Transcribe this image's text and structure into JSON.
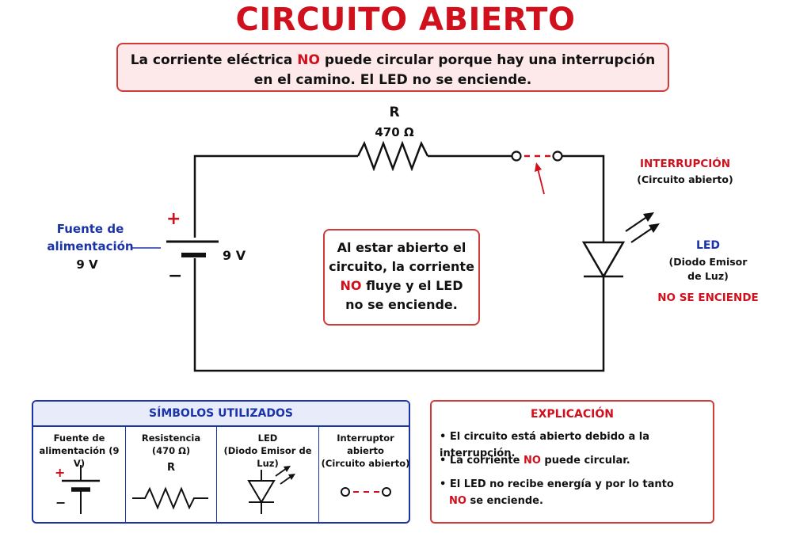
{
  "title": "CIRCUITO ABIERTO",
  "subtitle": {
    "line1_pre": "La corriente eléctrica ",
    "line1_no": "NO",
    "line1_post": " puede circular porque hay una interrupción",
    "line2": "en el camino. El LED no se enciende."
  },
  "resistor": {
    "name": "R",
    "value": "470 Ω"
  },
  "source": {
    "label_line1": "Fuente de",
    "label_line2": "alimentación",
    "label_voltage": "9 V",
    "plus": "+",
    "minus": "−",
    "voltage": "9 V"
  },
  "interruption": {
    "title": "INTERRUPCIÓN",
    "subtitle": "(Circuito abierto)"
  },
  "led": {
    "title": "LED",
    "desc_line1": "(Diodo Emisor",
    "desc_line2": "de Luz)",
    "status": "NO SE ENCIENDE"
  },
  "center_note": {
    "line1": "Al estar abierto el",
    "line2": "circuito, la corriente",
    "line3_no": "NO",
    "line3_post": " fluye y el LED",
    "line4": "no se enciende."
  },
  "symbols": {
    "header": "SÍMBOLOS UTILIZADOS",
    "source_line1": "Fuente de",
    "source_line2": "alimentación (9 V)",
    "source_plus": "+",
    "source_minus": "−",
    "resistor_line1": "Resistencia",
    "resistor_line2": "(470 Ω)",
    "resistor_r": "R",
    "led_line1": "LED",
    "led_line2": "(Diodo Emisor de Luz)",
    "switch_line1": "Interruptor abierto",
    "switch_line2": "(Circuito abierto)"
  },
  "explanation": {
    "header": "EXPLICACIÓN",
    "bullet1": "• El circuito está abierto debido a la interrupción.",
    "bullet2_pre": "• La corriente ",
    "bullet2_no": "NO",
    "bullet2_post": " puede circular.",
    "bullet3_line1": "• El LED no recibe energía y por lo tanto",
    "bullet3_no": "NO",
    "bullet3_post": " se enciende."
  },
  "colors": {
    "red": "#d0101c",
    "blue": "#1a34a8",
    "line": "#111111"
  }
}
